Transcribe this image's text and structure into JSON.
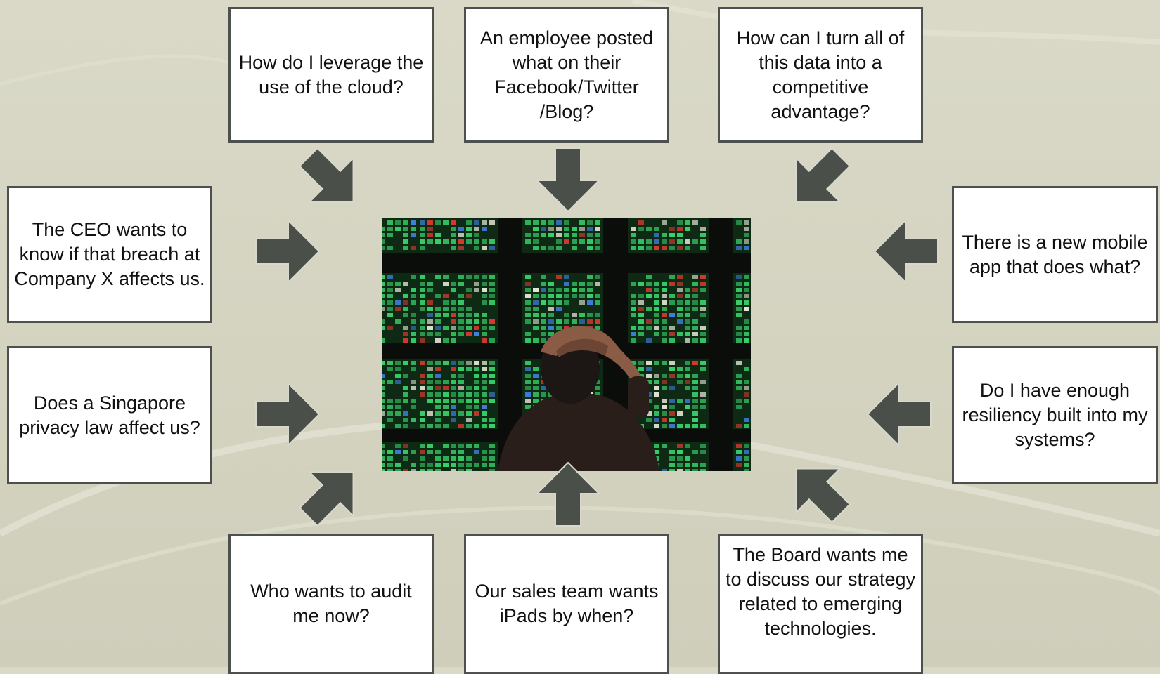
{
  "colors": {
    "background": "#d6d5c2",
    "box_fill": "#ffffff",
    "box_border": "#4d514d",
    "arrow_fill": "#4a4f4a",
    "arrow_stroke": "#d8d8cc",
    "screen_green": "#39d06a"
  },
  "center_image": {
    "icon": "person-looking-at-stock-screens-photo"
  },
  "questions": {
    "cloud": "How do I leverage the use of the cloud?",
    "social": "An employee posted what on their Facebook/Twitter /Blog?",
    "data": "How can I turn all of this data into a competitive advantage?",
    "ceo": "The CEO wants to know if that breach at Company X  affects us.",
    "mobile": "There is a new mobile app that does what?",
    "privacy": "Does a Singapore privacy law affect us?",
    "resiliency": "Do I have enough resiliency built into my systems?",
    "audit": "Who wants to audit me now?",
    "ipads": "Our sales team wants iPads by when?",
    "board": "The Board wants me to discuss our strategy related to emerging technologies."
  },
  "arrows": [
    {
      "icon": "arrow-down-right-icon"
    },
    {
      "icon": "arrow-down-icon"
    },
    {
      "icon": "arrow-down-left-icon"
    },
    {
      "icon": "arrow-right-icon"
    },
    {
      "icon": "arrow-left-icon"
    },
    {
      "icon": "arrow-right-icon"
    },
    {
      "icon": "arrow-left-icon"
    },
    {
      "icon": "arrow-up-right-icon"
    },
    {
      "icon": "arrow-up-icon"
    },
    {
      "icon": "arrow-up-left-icon"
    }
  ]
}
